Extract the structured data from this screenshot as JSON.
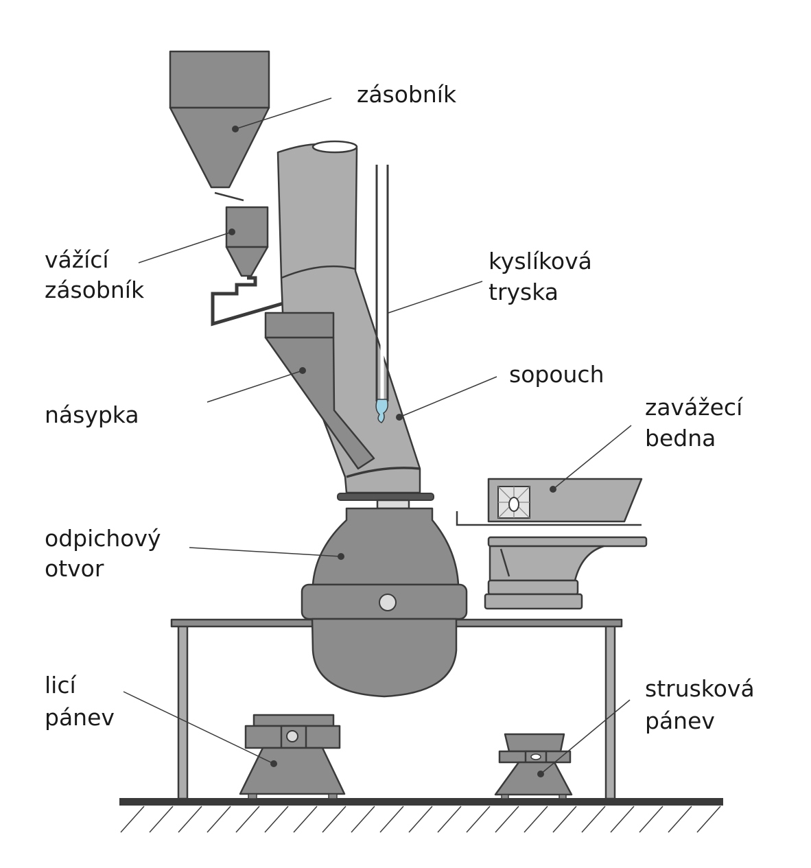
{
  "labels": {
    "zasobnik": "zásobník",
    "vazici_1": "vážící",
    "vazici_2": "zásobník",
    "kyslikova_1": "kyslíková",
    "kyslikova_2": "tryska",
    "sopouch": "sopouch",
    "zavazeci_1": "zavážecí",
    "zavazeci_2": "bedna",
    "nasypka": "násypka",
    "odpichovy_1": "odpichový",
    "odpichovy_2": "otvor",
    "lici_1": "licí",
    "lici_2": "pánev",
    "struskova_1": "strusková",
    "struskova_2": "pánev"
  },
  "colors": {
    "dark_fill": "#8c8c8c",
    "light_fill": "#adadad",
    "outline": "#3a3a3a",
    "oxygen_flame": "#9fd3e6"
  }
}
